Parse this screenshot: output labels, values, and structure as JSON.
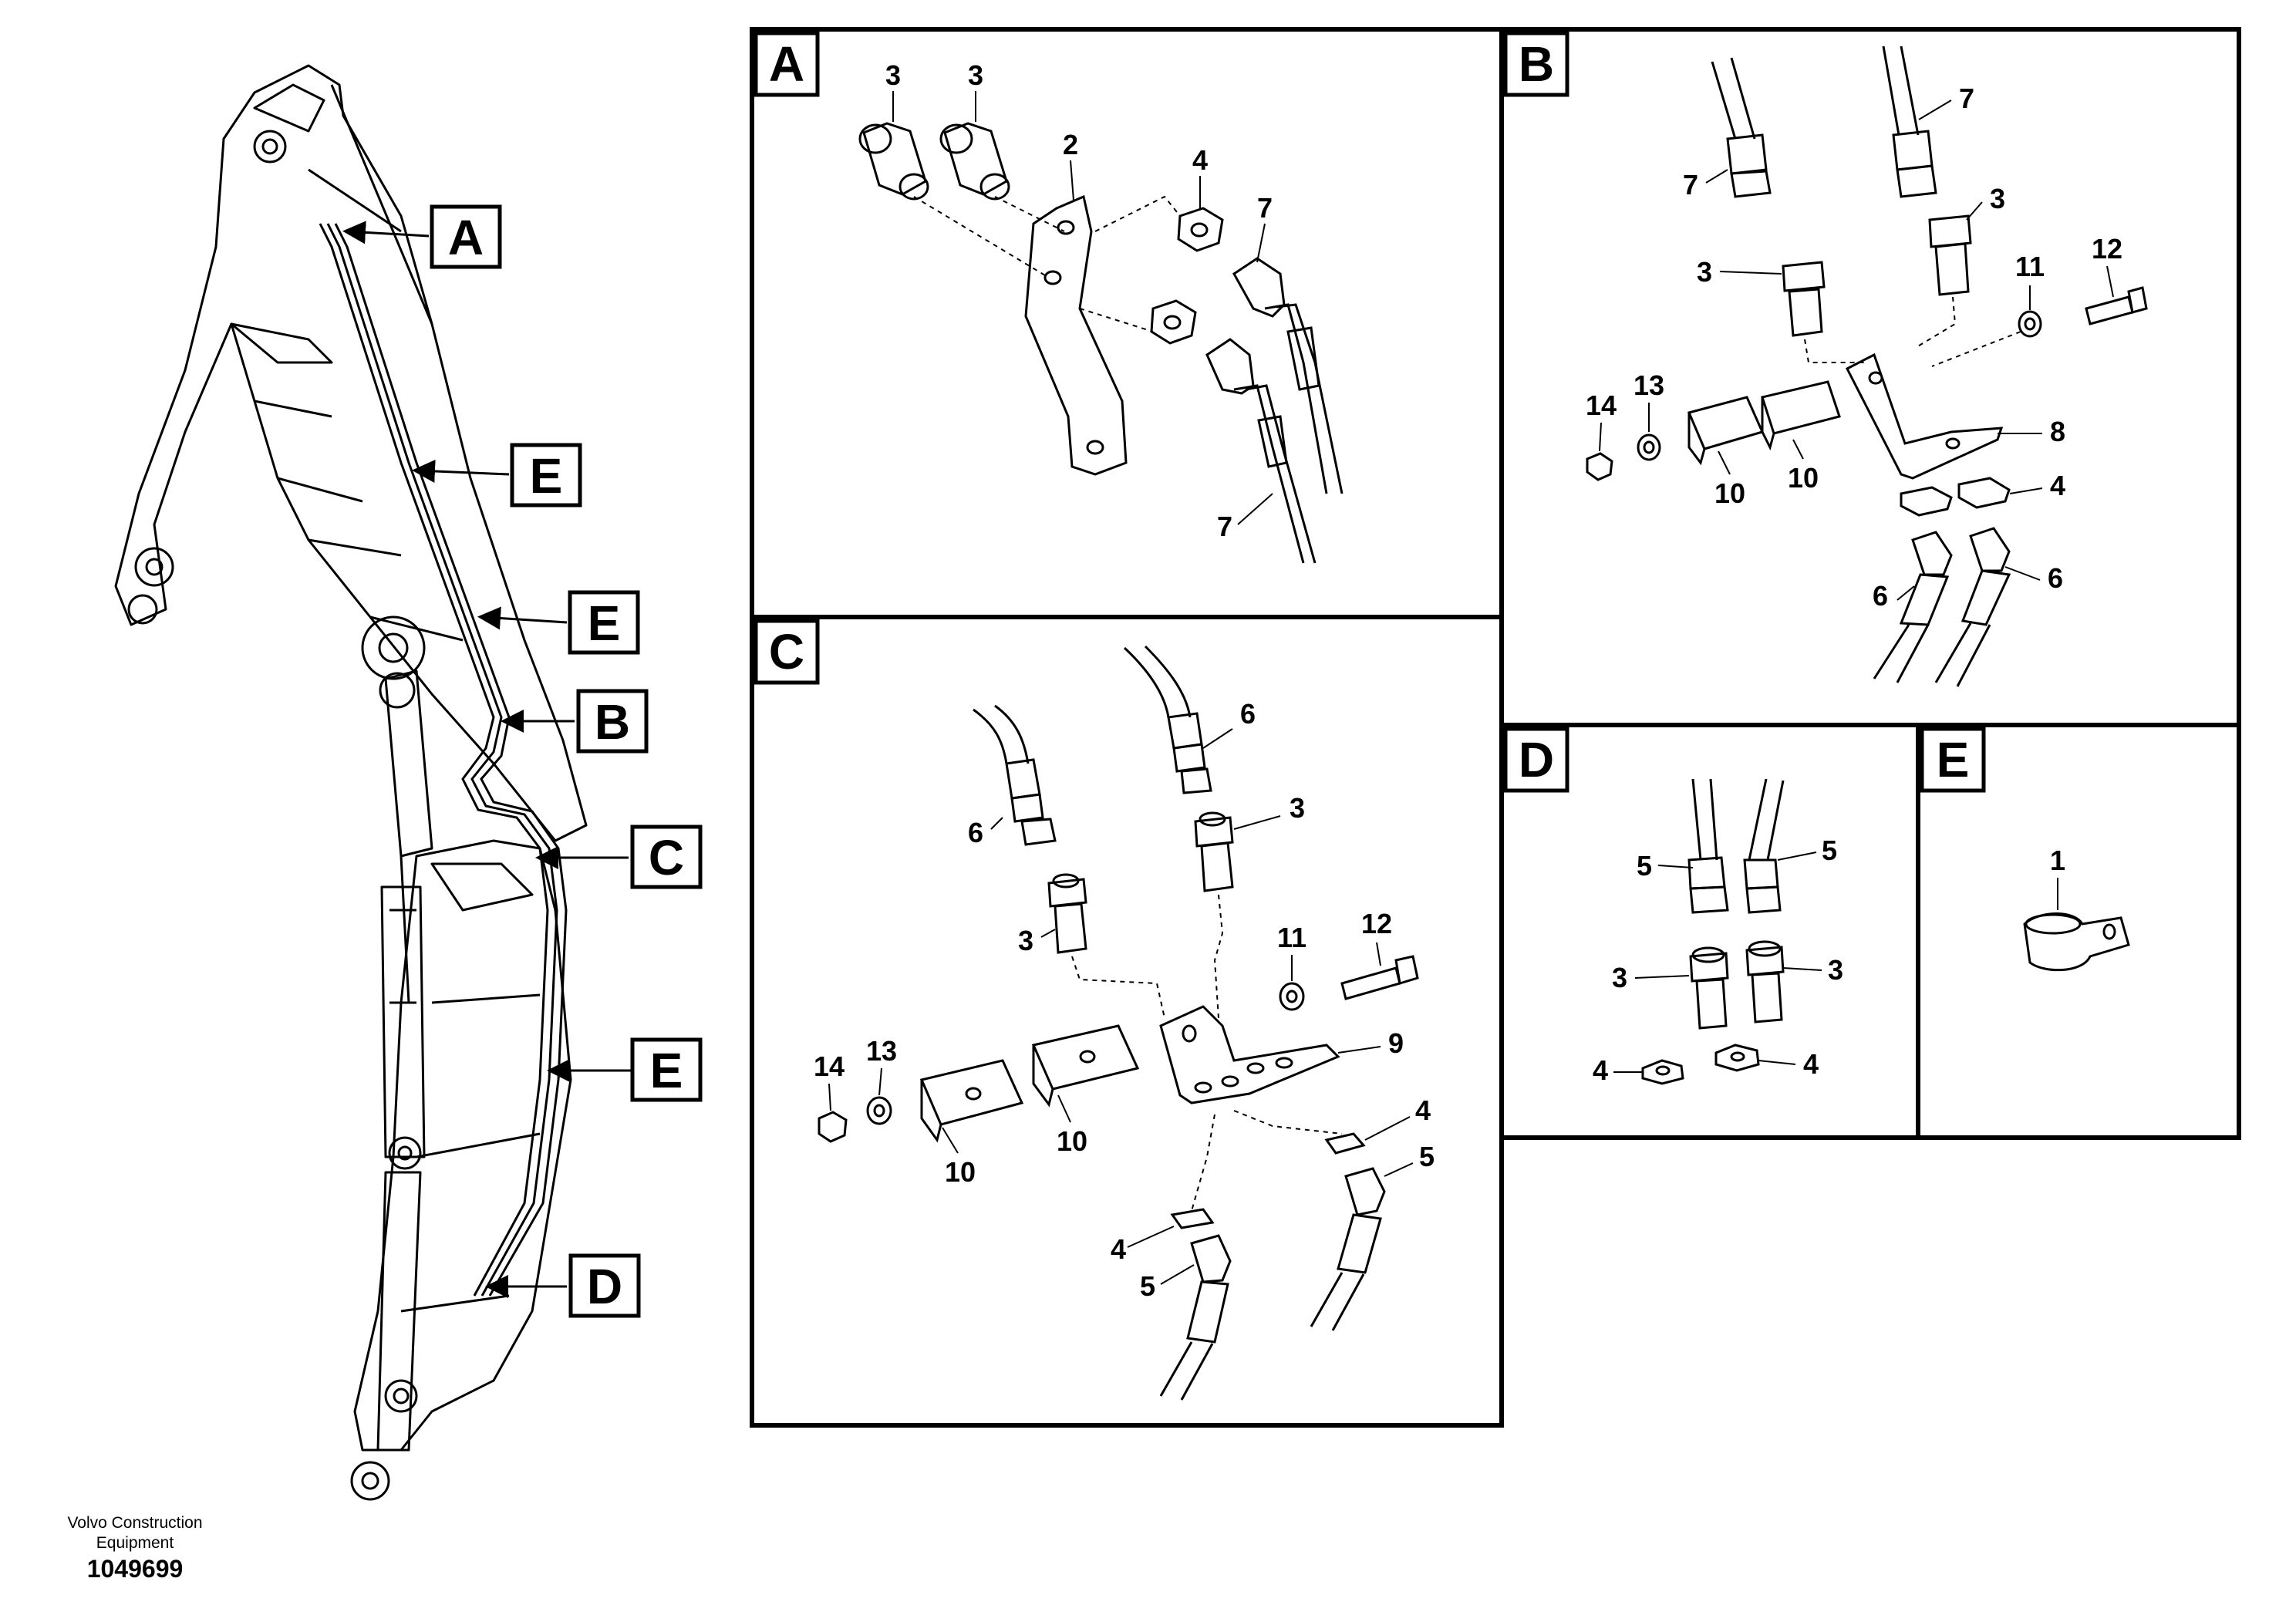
{
  "footer": {
    "company_line1": "Volvo Construction",
    "company_line2": "Equipment",
    "drawing_number": "1049699"
  },
  "overview_callouts": [
    "A",
    "E",
    "E",
    "B",
    "C",
    "E",
    "D"
  ],
  "panels": {
    "A": {
      "letter": "A",
      "labels": [
        "3",
        "3",
        "2",
        "4",
        "7",
        "7"
      ]
    },
    "B": {
      "letter": "B",
      "labels": [
        "7",
        "7",
        "3",
        "3",
        "11",
        "12",
        "14",
        "13",
        "8",
        "10",
        "10",
        "4",
        "6",
        "6"
      ]
    },
    "C": {
      "letter": "C",
      "labels": [
        "6",
        "6",
        "3",
        "3",
        "11",
        "12",
        "14",
        "13",
        "9",
        "10",
        "10",
        "4",
        "4",
        "5",
        "5"
      ]
    },
    "D": {
      "letter": "D",
      "labels": [
        "5",
        "5",
        "3",
        "3",
        "4",
        "4"
      ]
    },
    "E": {
      "letter": "E",
      "labels": [
        "1"
      ]
    }
  }
}
